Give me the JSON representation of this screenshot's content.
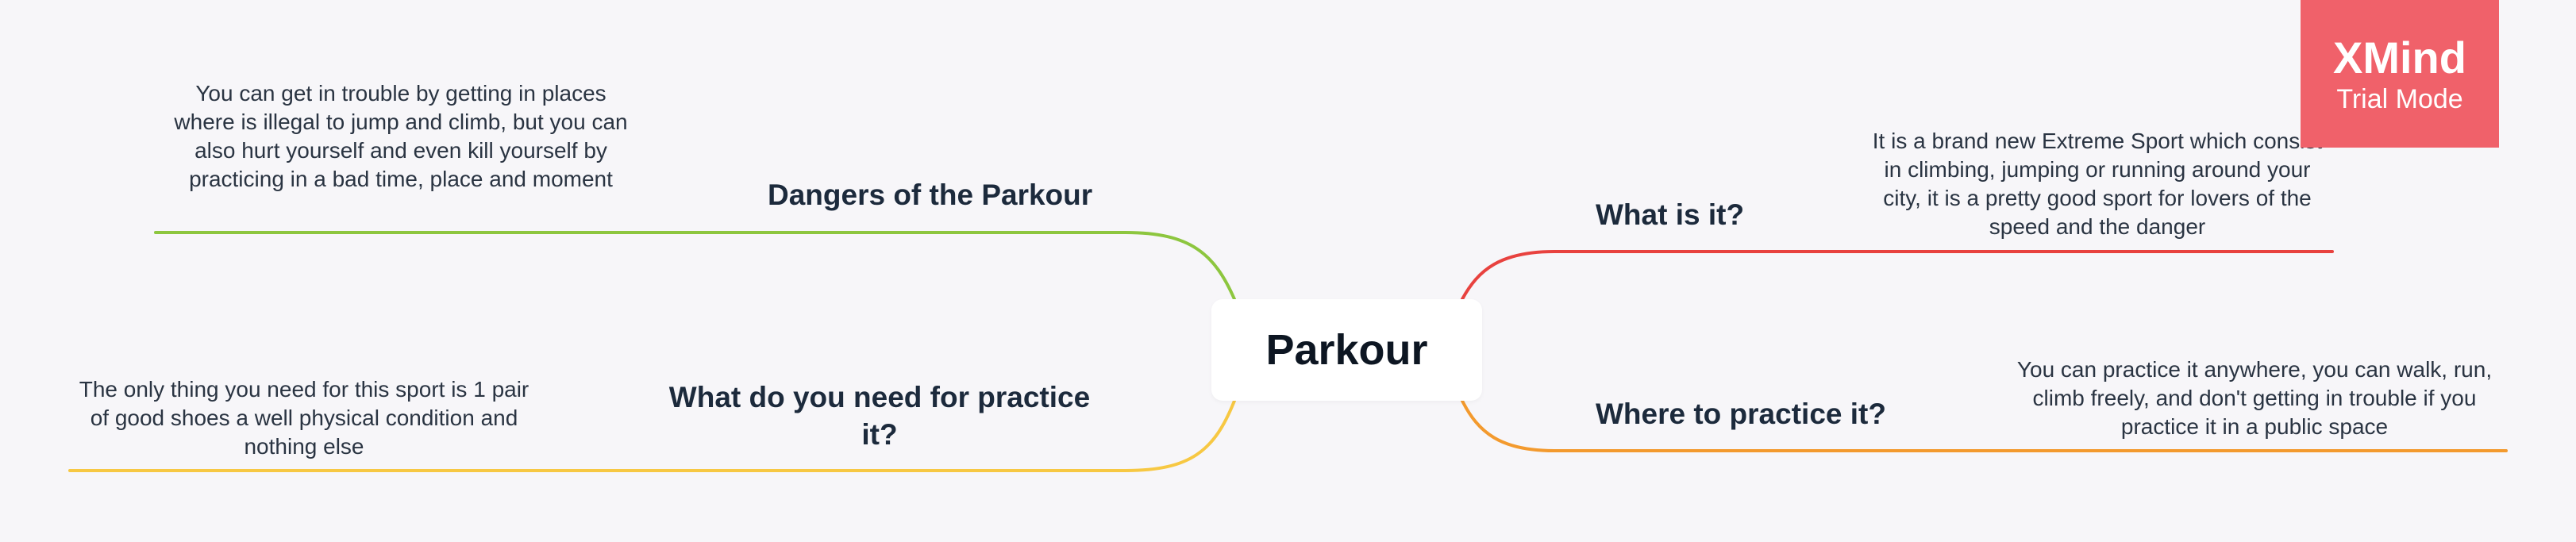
{
  "map": {
    "root": "Parkour",
    "topics": {
      "dangers": "Dangers of the Parkour",
      "need": "What do you need for practice it?",
      "what": "What is it?",
      "where": "Where to practice it?"
    },
    "notes": {
      "dangers": "You can get in trouble by getting in places where is illegal to jump and climb, but you can also hurt yourself and even kill yourself by practicing in a bad time, place and moment",
      "need": "The only thing you need for this sport is 1 pair of good shoes a well physical condition and nothing else",
      "what": "It is a brand new Extreme Sport which consist in climbing, jumping or running around your city, it is a pretty good sport for lovers of the speed and the danger",
      "where": "You can practice it anywhere, you can walk, run, climb freely, and don't getting in trouble if you practice it in a public space"
    },
    "branch_colors": {
      "dangers": "#8dc63f",
      "need": "#f7c843",
      "what": "#e8423f",
      "where": "#f39a2e"
    }
  },
  "watermark": {
    "title": "XMind",
    "subtitle": "Trial Mode",
    "color": "#f0616a"
  }
}
